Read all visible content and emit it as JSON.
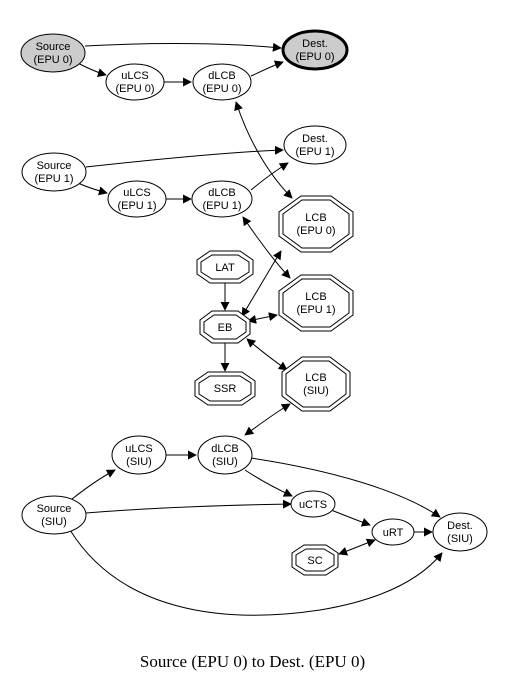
{
  "caption": "Source (EPU 0) to Dest. (EPU 0)",
  "colors": {
    "highlight_fill": "#cccccc",
    "stroke": "#000000",
    "background": "#ffffff"
  },
  "nodes": {
    "source_epu0": {
      "lines": [
        "Source",
        "(EPU 0)"
      ],
      "shape": "ellipse",
      "highlight": true
    },
    "dest_epu0": {
      "lines": [
        "Dest.",
        "(EPU 0)"
      ],
      "shape": "ellipse",
      "highlight": true,
      "bold": true
    },
    "ulcs_epu0": {
      "lines": [
        "uLCS",
        "(EPU 0)"
      ],
      "shape": "ellipse"
    },
    "dlcb_epu0": {
      "lines": [
        "dLCB",
        "(EPU 0)"
      ],
      "shape": "ellipse"
    },
    "source_epu1": {
      "lines": [
        "Source",
        "(EPU 1)"
      ],
      "shape": "ellipse"
    },
    "dest_epu1": {
      "lines": [
        "Dest.",
        "(EPU 1)"
      ],
      "shape": "ellipse"
    },
    "ulcs_epu1": {
      "lines": [
        "uLCS",
        "(EPU 1)"
      ],
      "shape": "ellipse"
    },
    "dlcb_epu1": {
      "lines": [
        "dLCB",
        "(EPU 1)"
      ],
      "shape": "ellipse"
    },
    "lcb_epu0": {
      "lines": [
        "LCB",
        "(EPU 0)"
      ],
      "shape": "double-octagon"
    },
    "lcb_epu1": {
      "lines": [
        "LCB",
        "(EPU 1)"
      ],
      "shape": "double-octagon"
    },
    "lcb_siu": {
      "lines": [
        "LCB",
        "(SIU)"
      ],
      "shape": "double-octagon"
    },
    "lat": {
      "lines": [
        "LAT"
      ],
      "shape": "double-octagon"
    },
    "eb": {
      "lines": [
        "EB"
      ],
      "shape": "double-octagon"
    },
    "ssr": {
      "lines": [
        "SSR"
      ],
      "shape": "double-octagon"
    },
    "ulcs_siu": {
      "lines": [
        "uLCS",
        "(SIU)"
      ],
      "shape": "ellipse"
    },
    "dlcb_siu": {
      "lines": [
        "dLCB",
        "(SIU)"
      ],
      "shape": "ellipse"
    },
    "source_siu": {
      "lines": [
        "Source",
        "(SIU)"
      ],
      "shape": "ellipse"
    },
    "ucts": {
      "lines": [
        "uCTS"
      ],
      "shape": "ellipse"
    },
    "urt": {
      "lines": [
        "uRT"
      ],
      "shape": "ellipse"
    },
    "dest_siu": {
      "lines": [
        "Dest.",
        "(SIU)"
      ],
      "shape": "ellipse"
    },
    "sc": {
      "lines": [
        "SC"
      ],
      "shape": "double-octagon"
    }
  },
  "edges": [
    {
      "from": "source_epu0",
      "to": "dest_epu0"
    },
    {
      "from": "source_epu0",
      "to": "ulcs_epu0"
    },
    {
      "from": "ulcs_epu0",
      "to": "dlcb_epu0"
    },
    {
      "from": "dlcb_epu0",
      "to": "dest_epu0"
    },
    {
      "from": "dlcb_epu0",
      "to": "lcb_epu0",
      "bidirectional": true
    },
    {
      "from": "source_epu1",
      "to": "dest_epu1"
    },
    {
      "from": "source_epu1",
      "to": "ulcs_epu1"
    },
    {
      "from": "ulcs_epu1",
      "to": "dlcb_epu1"
    },
    {
      "from": "dlcb_epu1",
      "to": "dest_epu1"
    },
    {
      "from": "dlcb_epu1",
      "to": "lcb_epu1",
      "bidirectional": true
    },
    {
      "from": "lat",
      "to": "eb"
    },
    {
      "from": "eb",
      "to": "ssr"
    },
    {
      "from": "eb",
      "to": "lcb_epu0",
      "bidirectional": true
    },
    {
      "from": "eb",
      "to": "lcb_epu1",
      "bidirectional": true
    },
    {
      "from": "eb",
      "to": "lcb_siu",
      "bidirectional": true
    },
    {
      "from": "source_siu",
      "to": "ulcs_siu"
    },
    {
      "from": "ulcs_siu",
      "to": "dlcb_siu"
    },
    {
      "from": "dlcb_siu",
      "to": "lcb_siu",
      "bidirectional": true
    },
    {
      "from": "dlcb_siu",
      "to": "ucts"
    },
    {
      "from": "dlcb_siu",
      "to": "dest_siu"
    },
    {
      "from": "source_siu",
      "to": "ucts"
    },
    {
      "from": "ucts",
      "to": "urt"
    },
    {
      "from": "urt",
      "to": "dest_siu"
    },
    {
      "from": "sc",
      "to": "urt",
      "bidirectional": true
    },
    {
      "from": "source_siu",
      "to": "dest_siu"
    }
  ]
}
